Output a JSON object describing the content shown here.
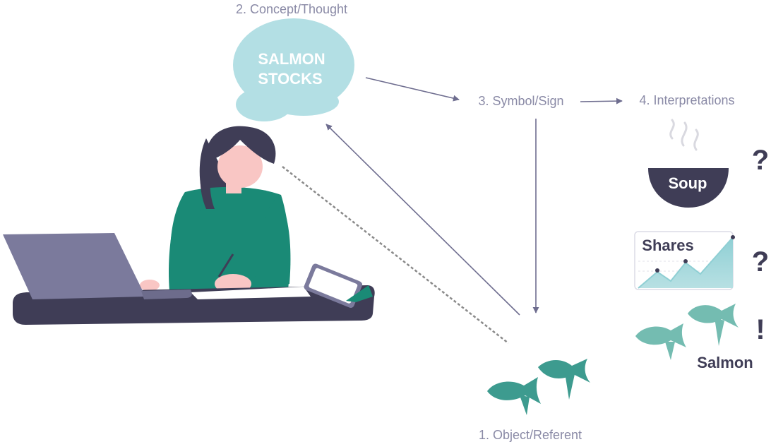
{
  "labels": {
    "concept": "2. Concept/Thought",
    "symbol": "3. Symbol/Sign",
    "interpretations": "4. Interpretations",
    "object": "1. Object/Referent"
  },
  "thought_bubble": {
    "line1": "SALMON",
    "line2": "STOCKS"
  },
  "interpretations": [
    {
      "label": "Soup",
      "mark": "?",
      "icon": "soup-bowl-icon"
    },
    {
      "label": "Shares",
      "mark": "?",
      "icon": "shares-chart-icon"
    },
    {
      "label": "Salmon",
      "mark": "!",
      "icon": "salmon-fish-icon"
    }
  ],
  "colors": {
    "label_text": "#8a8aa6",
    "arrow": "#6e6d8f",
    "bubble": "#b3dfe4",
    "bubble_text": "#ffffff",
    "dark": "#3f3d56",
    "sweater": "#1a8a76",
    "skin": "#f9c6c4",
    "laptop": "#7b7a9c",
    "desk": "#3f3d56",
    "fish": "#3d9b8f",
    "fish_light": "#74bcb1"
  }
}
